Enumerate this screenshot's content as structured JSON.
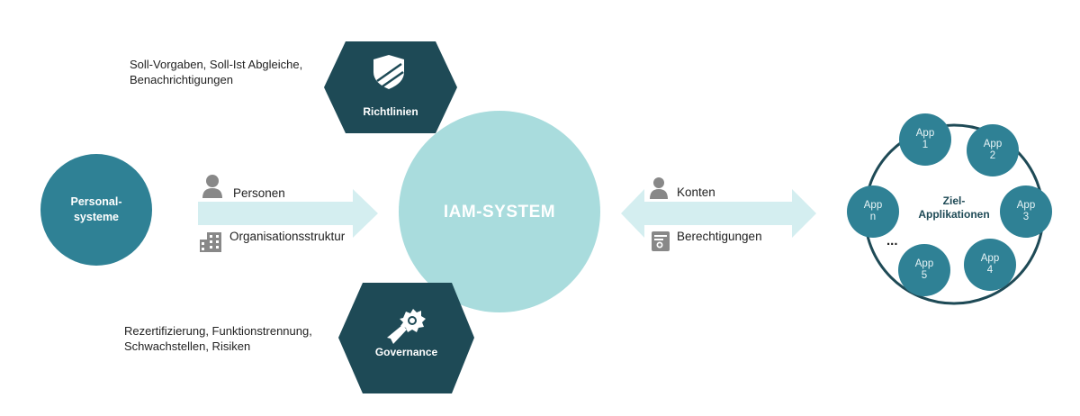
{
  "colors": {
    "teal": "#2f8195",
    "dark_teal": "#1e4a56",
    "light_teal": "#a9dcdd",
    "arrow": "#d4eef0",
    "icon_grey": "#888888",
    "ring": "#1e4a56"
  },
  "personal": {
    "line1": "Personal-",
    "line2": "systeme"
  },
  "iam": {
    "title": "IAM-SYSTEM"
  },
  "richtlinien": {
    "label": "Richtlinien",
    "icon": "shield-icon",
    "note_line1": "Soll-Vorgaben, Soll-Ist Abgleiche,",
    "note_line2": "Benachrichtigungen"
  },
  "governance": {
    "label": "Governance",
    "icon": "award-badge-icon",
    "note_line1": "Rezertifizierung, Funktionstrennung,",
    "note_line2": "Schwachstellen, Risiken"
  },
  "left_flow": {
    "top_label": "Personen",
    "top_icon": "person-icon",
    "bottom_label": "Organisationsstruktur",
    "bottom_icon": "building-icon"
  },
  "right_flow": {
    "top_label": "Konten",
    "top_icon": "user-account-icon",
    "bottom_label": "Berechtigungen",
    "bottom_icon": "certificate-icon"
  },
  "targets": {
    "line1": "Ziel-",
    "line2": "Applikationen",
    "ellipsis": "...",
    "apps": [
      {
        "label": "App",
        "num": "1"
      },
      {
        "label": "App",
        "num": "2"
      },
      {
        "label": "App",
        "num": "3"
      },
      {
        "label": "App",
        "num": "4"
      },
      {
        "label": "App",
        "num": "5"
      },
      {
        "label": "App",
        "num": "n"
      }
    ]
  }
}
